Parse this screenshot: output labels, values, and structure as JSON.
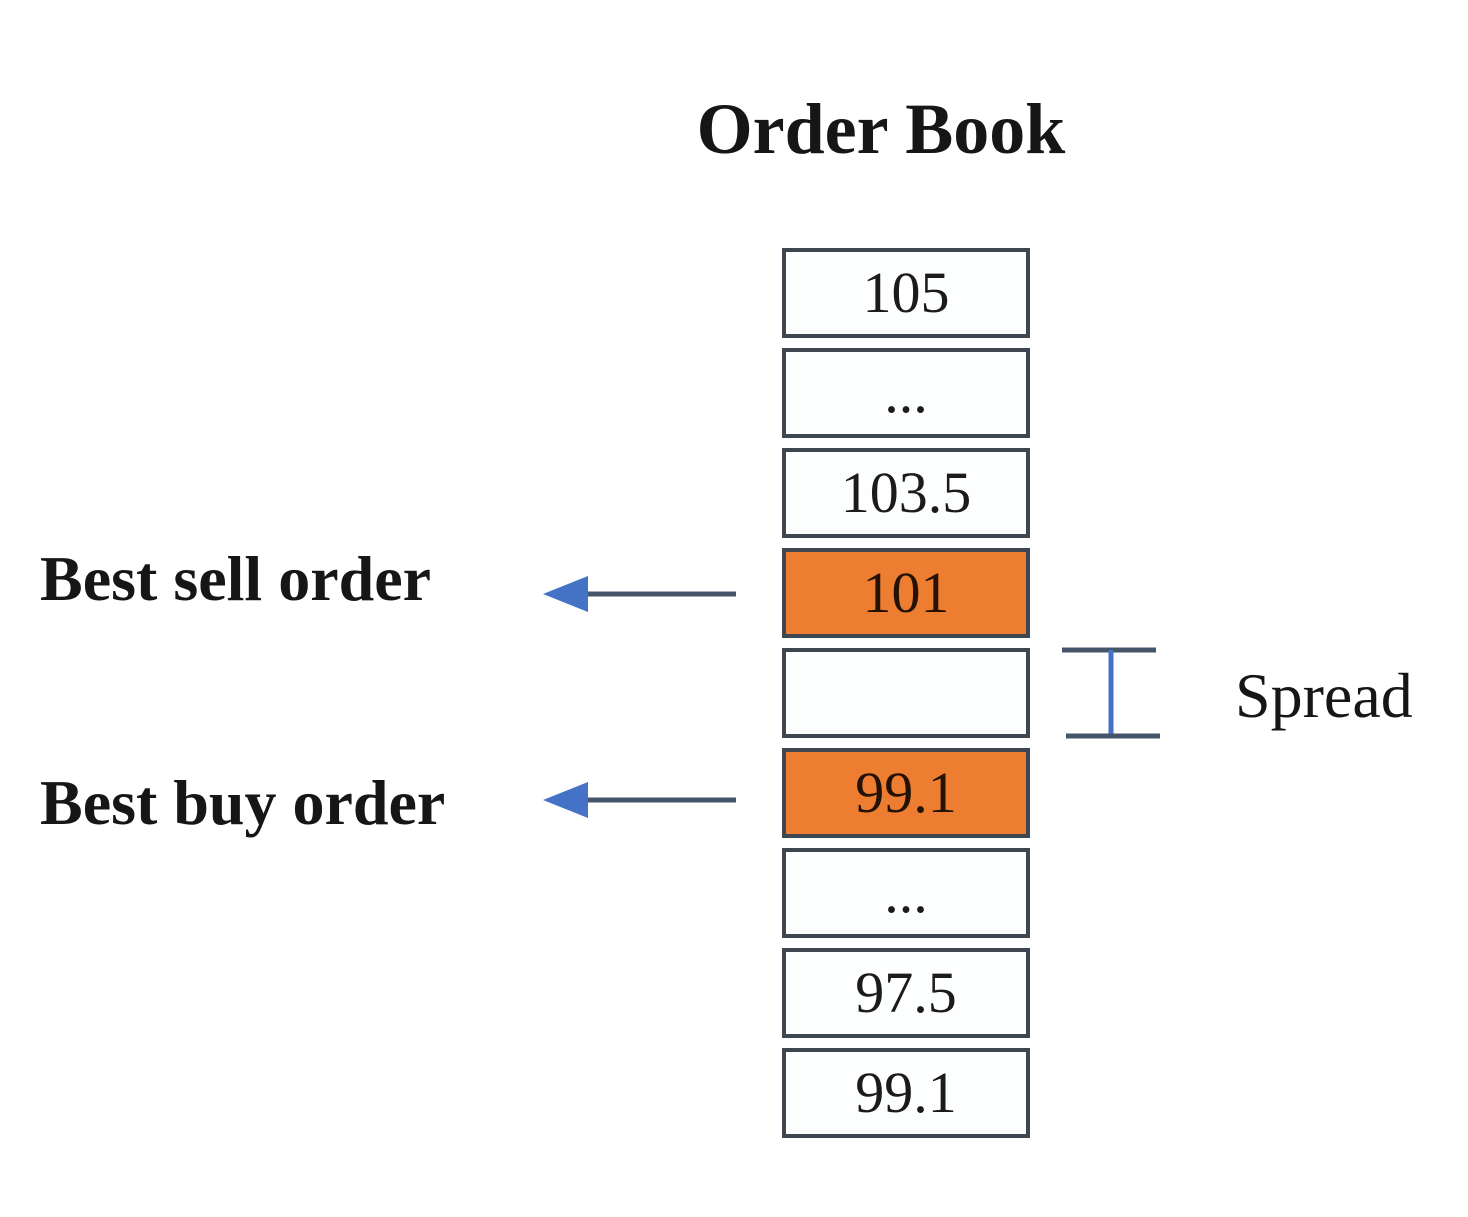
{
  "title": "Order Book",
  "annotations": {
    "best_sell": "Best sell order",
    "best_buy": "Best buy order",
    "spread": "Spread"
  },
  "order_book": {
    "rows": [
      {
        "price": "105",
        "highlighted": false,
        "role": "sell-order"
      },
      {
        "price": "...",
        "highlighted": false,
        "role": "sell-orders-ellipsis"
      },
      {
        "price": "103.5",
        "highlighted": false,
        "role": "sell-order"
      },
      {
        "price": "101",
        "highlighted": true,
        "role": "best-sell-order"
      },
      {
        "price": "",
        "highlighted": false,
        "role": "spread-gap"
      },
      {
        "price": "99.1",
        "highlighted": true,
        "role": "best-buy-order"
      },
      {
        "price": "...",
        "highlighted": false,
        "role": "buy-orders-ellipsis"
      },
      {
        "price": "97.5",
        "highlighted": false,
        "role": "buy-order"
      },
      {
        "price": "99.1",
        "highlighted": false,
        "role": "buy-order"
      }
    ]
  },
  "colors": {
    "highlight_orange": "#ED7D31",
    "box_border": "#3E4750",
    "arrow_line": "#44546A",
    "arrow_head": "#4472C4",
    "bracket_blue": "#4472C4",
    "text": "#161616"
  }
}
